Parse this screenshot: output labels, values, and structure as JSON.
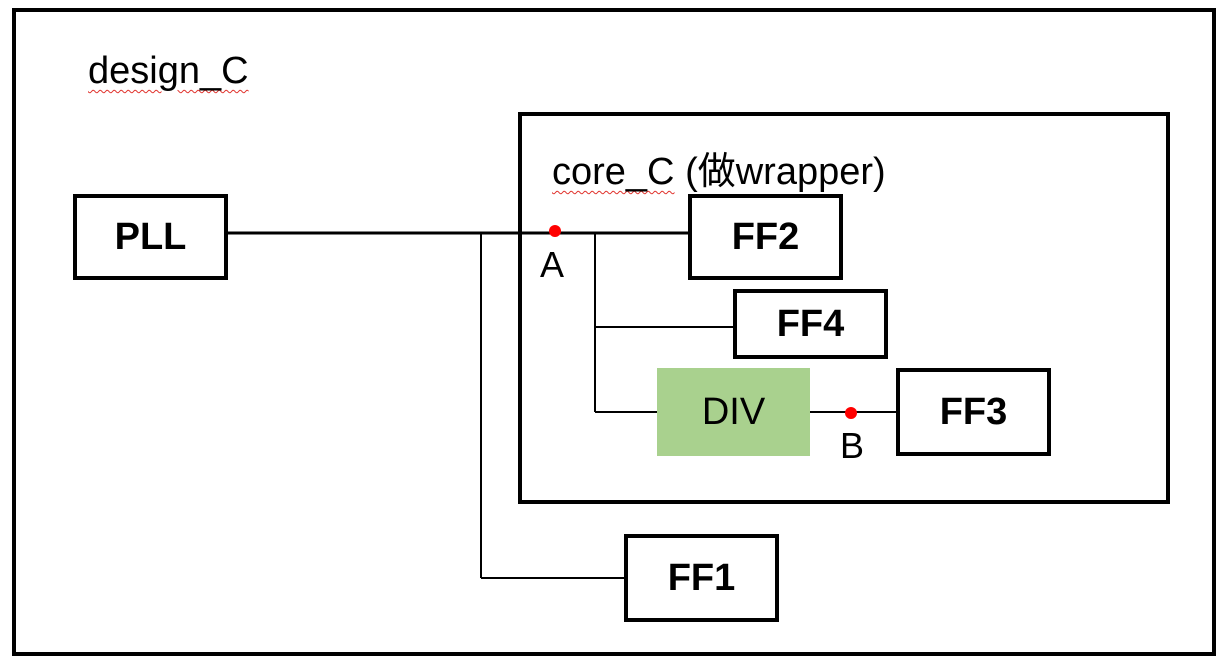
{
  "design": {
    "name": "design_C"
  },
  "core": {
    "name": "core_C",
    "note": "(做wrapper)"
  },
  "blocks": {
    "pll": "PLL",
    "ff1": "FF1",
    "ff2": "FF2",
    "ff3": "FF3",
    "ff4": "FF4",
    "div": "DIV"
  },
  "points": {
    "a": "A",
    "b": "B"
  },
  "colors": {
    "wire": "#000000",
    "point": "#ff0000",
    "div_fill": "#a9d18e",
    "spellcheck_underline": "#e0302a"
  }
}
